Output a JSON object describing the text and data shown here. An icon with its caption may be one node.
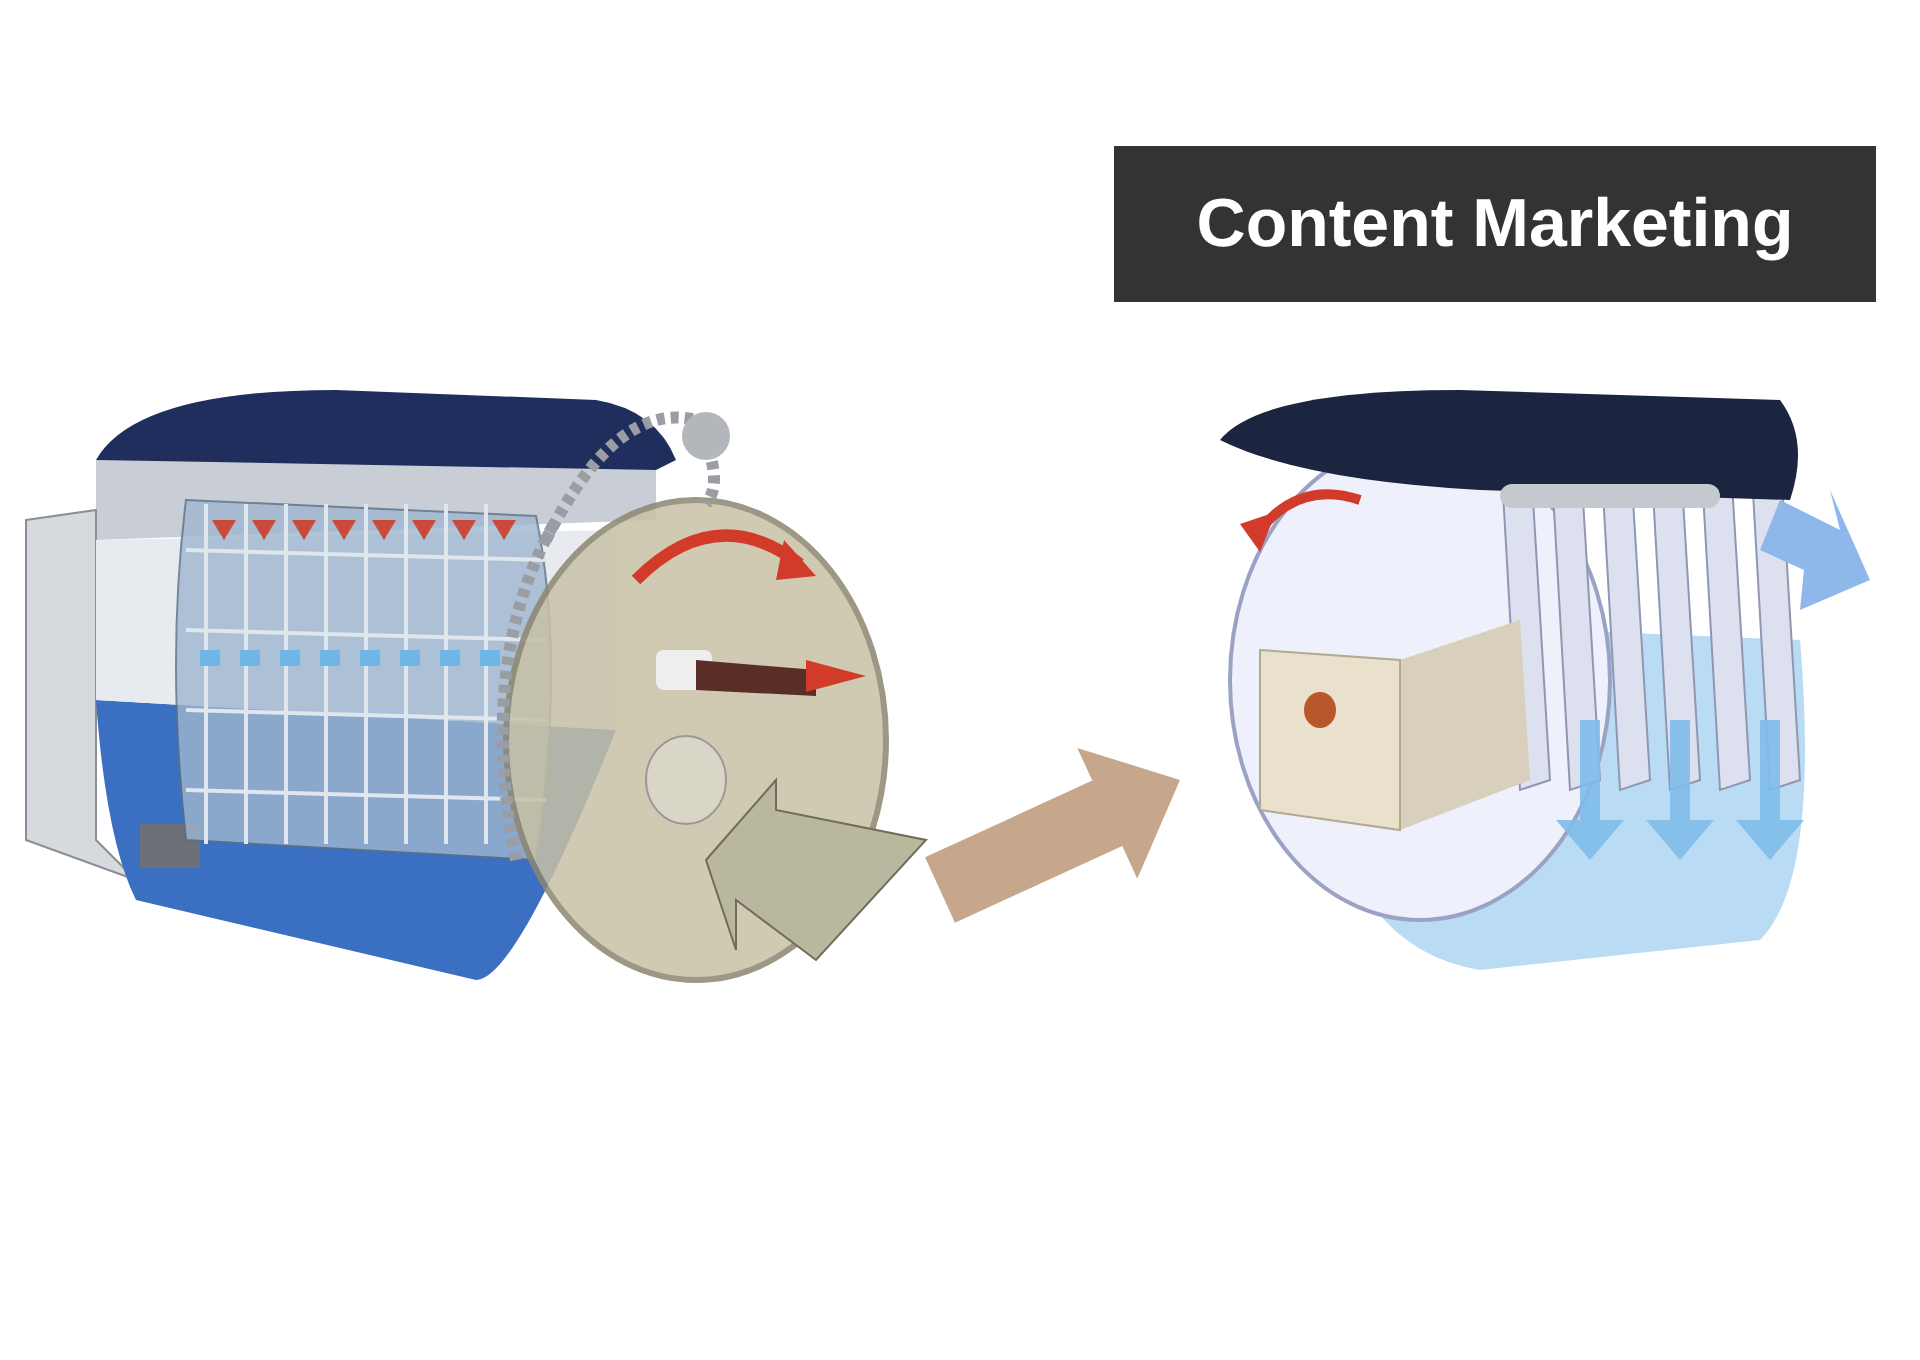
{
  "diagram": {
    "title": "Content Marketing",
    "nodes": [
      {
        "text": [],
        "shape": "picture"
      },
      {
        "text": [],
        "shape": "picture"
      }
    ],
    "edges": [
      {
        "from": 0,
        "to": 1,
        "arrow": "to",
        "style": "thick"
      }
    ]
  }
}
